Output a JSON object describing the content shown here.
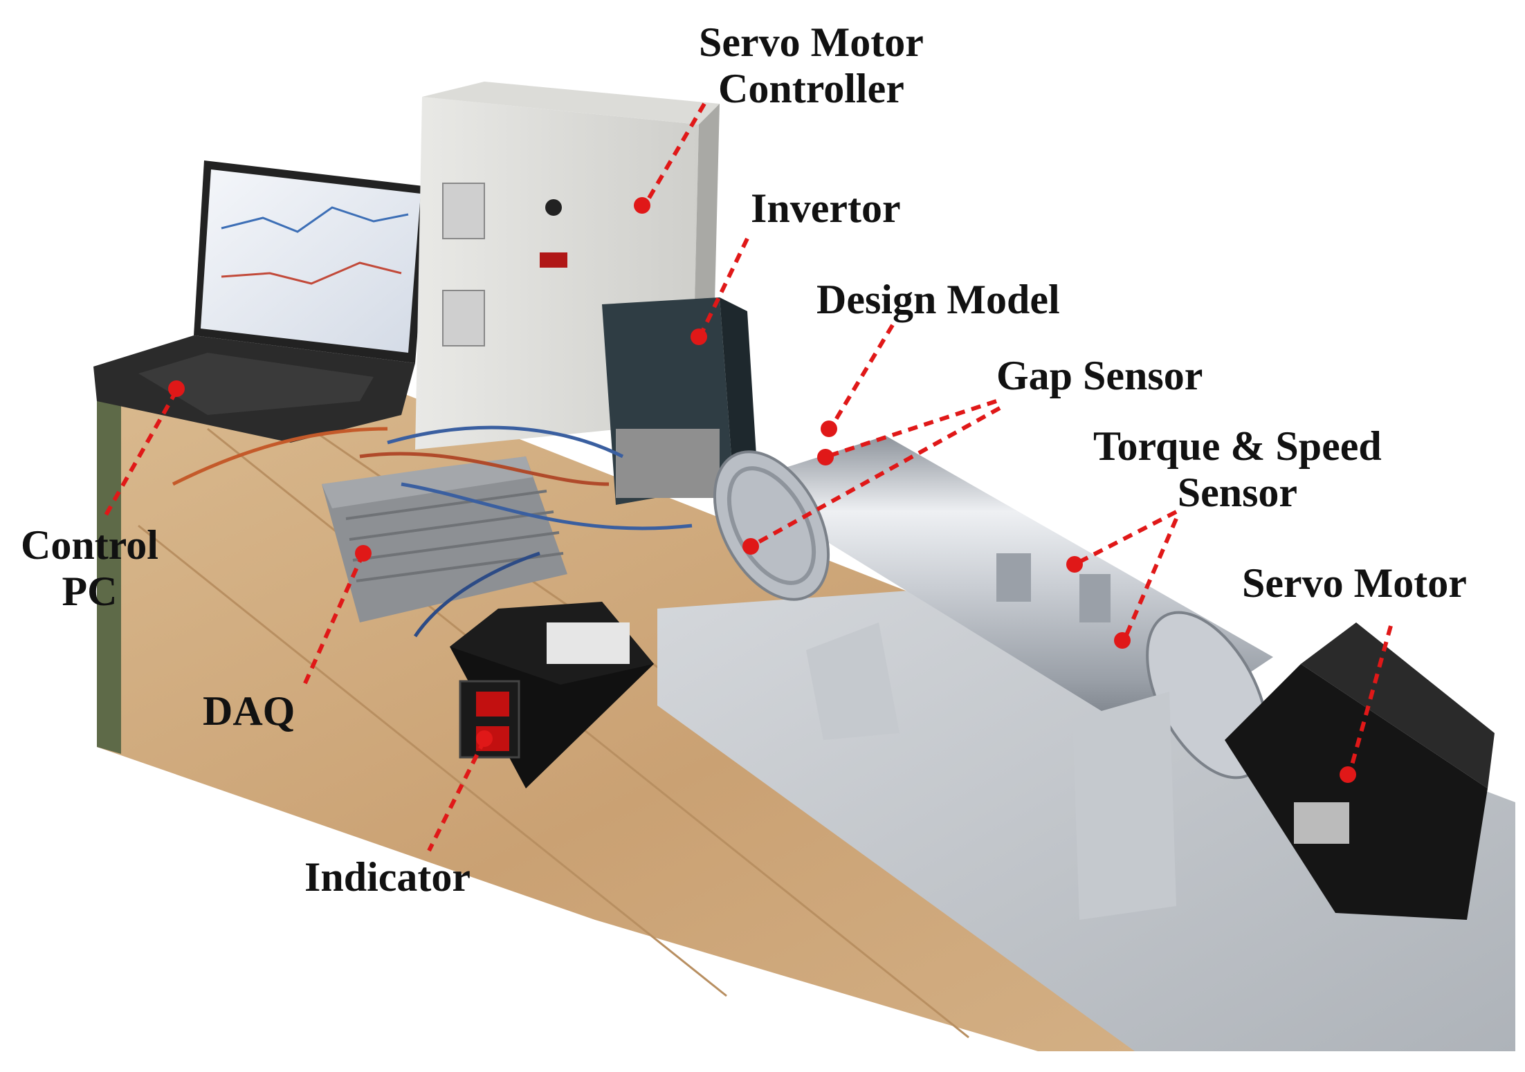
{
  "figure": {
    "annotation_color": "#e01818",
    "labels": {
      "servo_motor_controller": [
        "Servo Motor",
        "Controller"
      ],
      "invertor": "Invertor",
      "design_model": "Design Model",
      "gap_sensor": "Gap Sensor",
      "torque_speed_sensor": [
        "Torque & Speed",
        "Sensor"
      ],
      "servo_motor": "Servo Motor",
      "control_pc": [
        "Control",
        "PC"
      ],
      "daq": "DAQ",
      "indicator": "Indicator"
    }
  }
}
